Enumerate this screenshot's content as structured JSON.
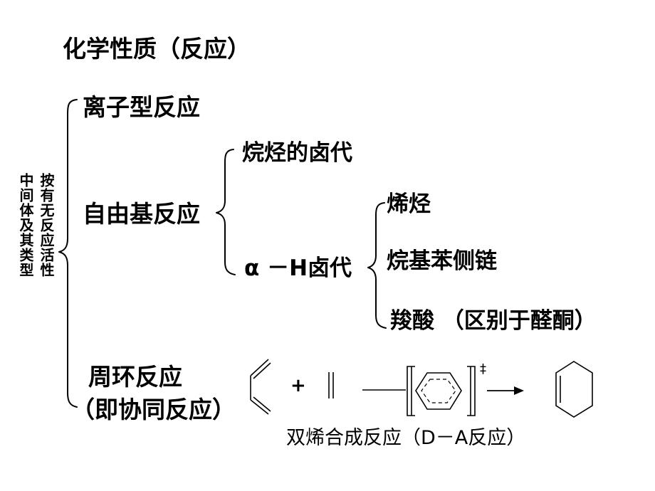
{
  "title": "化学性质（反应）",
  "side_label_1": "按有无反应活性",
  "side_label_2": "中间体及其类型",
  "branches": {
    "ionic": "离子型反应",
    "radical": "自由基反应",
    "pericyclic_line1": "周环反应",
    "pericyclic_line2": "（即协同反应）"
  },
  "radical_sub": {
    "alkane_halogenation": "烷烃的卤代",
    "alpha_h_halogenation": "α －H卤代"
  },
  "alpha_sub": {
    "alkene": "烯烃",
    "alkylbenzene_side_chain": "烷基苯侧链",
    "carboxylic_acid": "羧酸 （区别于醛酮）"
  },
  "diels_alder": {
    "plus": "+",
    "transition_mark": "‡",
    "caption": "双烯合成反应（D－A反应）"
  }
}
